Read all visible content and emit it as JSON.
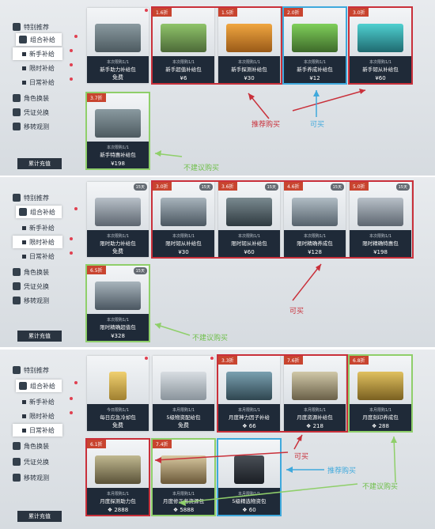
{
  "sidebar": {
    "featured": "特别推荐",
    "bundle": "组合补给",
    "sub_newbie": "新手补给",
    "sub_limited": "限时补给",
    "sub_daily": "日常补给",
    "skins": "角色换装",
    "voucher": "凭证兑换",
    "transfer": "移转观测",
    "recharge": "累计充值"
  },
  "limit_once": "本次限购1/1",
  "limit_month": "本月限购1/1",
  "limit_today": "今日限购1/1",
  "panel1": {
    "cards": [
      {
        "name": "新手助力补给包",
        "price": "免费",
        "discount": ""
      },
      {
        "name": "新手超值补给包",
        "price": "¥6",
        "discount": "1.6折"
      },
      {
        "name": "新手探测补给包",
        "price": "¥30",
        "discount": "1.5折"
      },
      {
        "name": "新手养成补给包",
        "price": "¥12",
        "discount": "2.0折"
      },
      {
        "name": "新手韧从补给包",
        "price": "¥60",
        "discount": "3.0折"
      },
      {
        "name": "新手特惠补给包",
        "price": "¥198",
        "discount": "3.7折"
      }
    ],
    "ann_recommend": "推荐购买",
    "ann_buyable": "可买",
    "ann_not": "不建议购买"
  },
  "panel2": {
    "timer": "15天",
    "cards": [
      {
        "name": "限时助力补给包",
        "price": "免费",
        "discount": ""
      },
      {
        "name": "限时韧从补给包",
        "price": "¥30",
        "discount": "3.0折"
      },
      {
        "name": "限时韧从补给包",
        "price": "¥60",
        "discount": "3.6折"
      },
      {
        "name": "限时精确养成包",
        "price": "¥128",
        "discount": "4.6折"
      },
      {
        "name": "限时精确特惠包",
        "price": "¥198",
        "discount": "5.0折"
      },
      {
        "name": "限时精确超值包",
        "price": "¥328",
        "discount": "6.5折"
      }
    ],
    "ann_buyable": "可买",
    "ann_not": "不建议购买"
  },
  "panel3": {
    "cards": [
      {
        "name": "每日应急冷却包",
        "price": "免费",
        "discount": ""
      },
      {
        "name": "5级物资配给包",
        "price": "免费",
        "discount": ""
      },
      {
        "name": "月度神力因子补给",
        "price": "66",
        "discount": "3.3折"
      },
      {
        "name": "月度资源补给包",
        "price": "218",
        "discount": "7.6折"
      },
      {
        "name": "月度刻印养成包",
        "price": "288",
        "discount": "6.8折"
      },
      {
        "name": "月度探测助力包",
        "price": "2888",
        "discount": "6.1折"
      },
      {
        "name": "月度修正者资源包",
        "price": "5888",
        "discount": "7.4折"
      },
      {
        "name": "5级精选物资包",
        "price": "60",
        "discount": ""
      }
    ],
    "ann_buyable": "可买",
    "ann_recommend": "推荐购买",
    "ann_not": "不建议购买"
  },
  "colors": {
    "red": "#c9303a",
    "blue": "#3fa9dc",
    "green": "#8fcf6a"
  }
}
